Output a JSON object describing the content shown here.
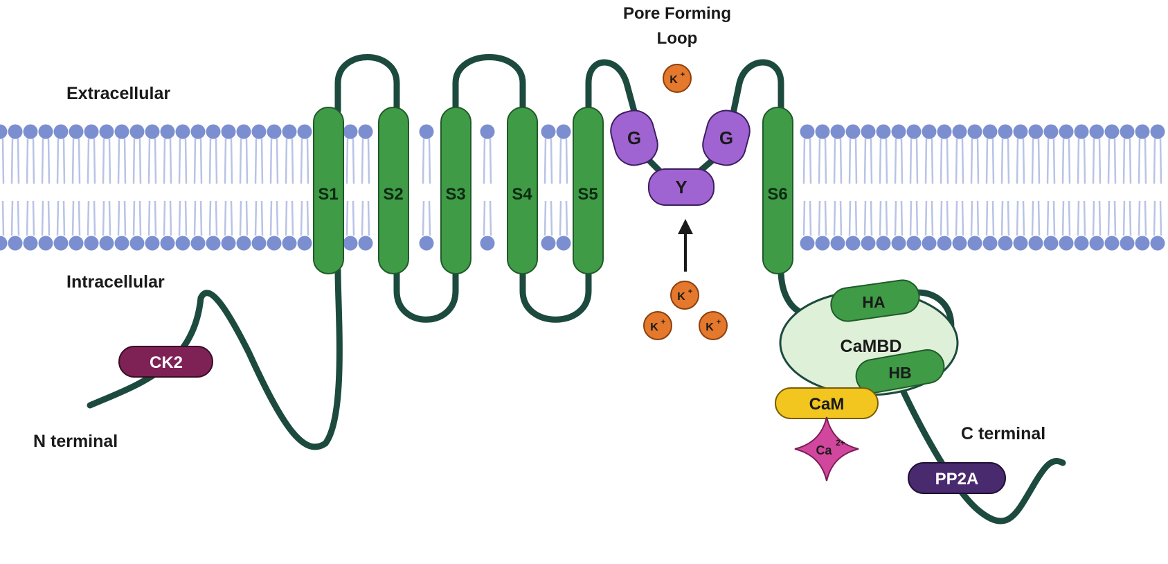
{
  "labels": {
    "extracellular": "Extracellular",
    "intracellular": "Intracellular",
    "n_terminal": "N terminal",
    "c_terminal": "C terminal",
    "pore_line1": "Pore Forming",
    "pore_line2": "Loop"
  },
  "segments": [
    "S1",
    "S2",
    "S3",
    "S4",
    "S5",
    "S6"
  ],
  "selectivity_filter": {
    "g1": "G",
    "y": "Y",
    "g2": "G"
  },
  "ion": {
    "base": "K",
    "sup": "+"
  },
  "calcium": {
    "base": "Ca",
    "sup": "2+"
  },
  "proteins": {
    "ck2": "CK2",
    "pp2a": "PP2A",
    "cam": "CaM",
    "cambd": "CaMBD",
    "ha": "HA",
    "hb": "HB"
  },
  "colors": {
    "membrane_head": "#7b8fd0",
    "membrane_tail": "#b8c3e6",
    "helix": "#3f9b46",
    "helix_stroke": "#1f5a2a",
    "loop": "#1d4a3e",
    "filter": "#a064d2",
    "ion": "#e4782c",
    "ck2": "#7e2155",
    "pp2a": "#4a2a6e",
    "cam": "#f2c61e",
    "calcium": "#d2479e",
    "cambd": "#dff0d8"
  }
}
